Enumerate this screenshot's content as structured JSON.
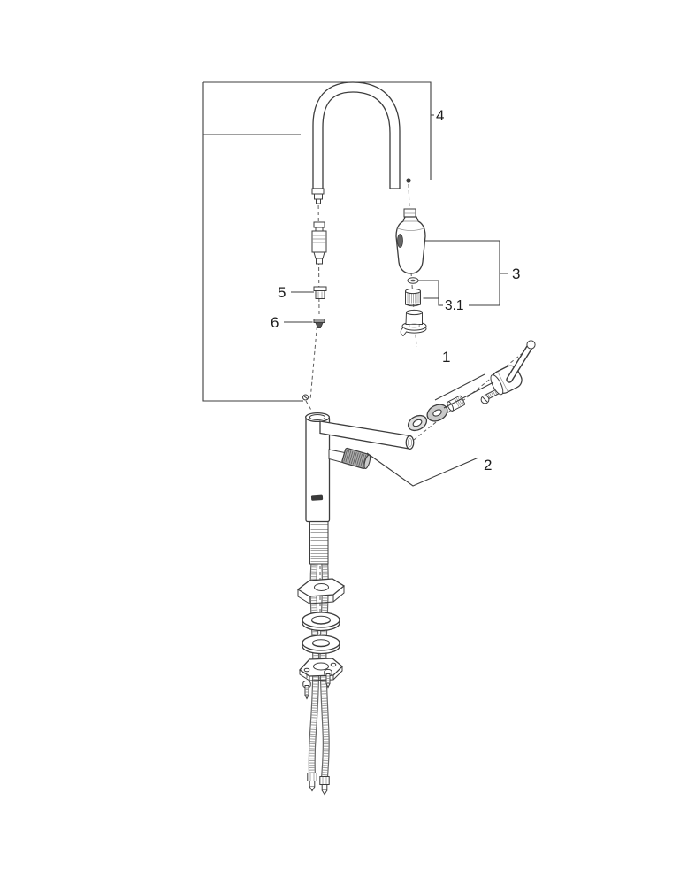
{
  "diagram": {
    "type": "exploded-parts-diagram",
    "subject": "kitchen faucet with pull-out spray",
    "background": "#ffffff",
    "line_color": "#3d3d3d",
    "callouts": {
      "c1": "1",
      "c2": "2",
      "c3": "3",
      "c31": "3.1",
      "c4": "4",
      "c5": "5",
      "c6": "6"
    }
  }
}
